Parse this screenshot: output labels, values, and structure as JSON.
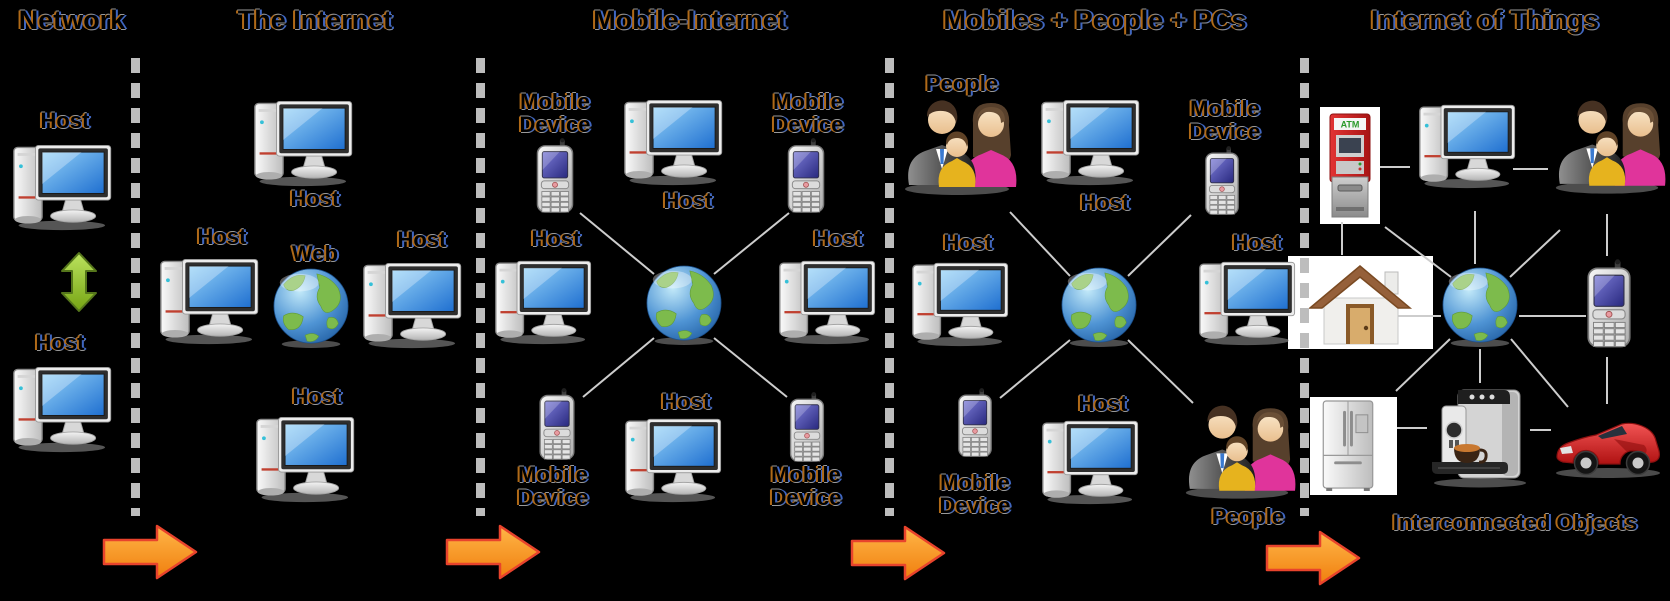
{
  "sections": {
    "s1": {
      "title": "Network",
      "host_top": "Host",
      "host_bottom": "Host"
    },
    "s2": {
      "title": "The Internet",
      "web": "Web",
      "host_top": "Host",
      "host_left": "Host",
      "host_right": "Host",
      "host_bottom": "Host"
    },
    "s3": {
      "title": "Mobile-Internet",
      "md_tl": "Mobile Device",
      "md_tr": "Mobile Device",
      "md_bl": "Mobile Device",
      "md_br": "Mobile Device",
      "host_top": "Host",
      "host_left": "Host",
      "host_right": "Host",
      "host_bottom": "Host"
    },
    "s4": {
      "title": "Mobiles + People + PCs",
      "people_tl": "People",
      "people_br": "People",
      "md_tr": "Mobile Device",
      "md_bl": "Mobile Device",
      "host_top": "Host",
      "host_left": "Host",
      "host_right": "Host",
      "host_bottom": "Host"
    },
    "s5": {
      "title": "Internet of Things",
      "atm_sign": "ATM",
      "caption": "Interconnected Objects"
    }
  },
  "colors": {
    "background": "#000000",
    "divider": "#bdbdbd",
    "connector": "#cdcdcd",
    "transition_arrow_fill": "#F89B1D",
    "transition_arrow_stroke": "#E8432C",
    "network_arrow_fill": "#97C93D",
    "screen_blue": "#2f7fd6",
    "globe_ocean": "#3b82c4",
    "globe_land": "#7dbb4c"
  }
}
